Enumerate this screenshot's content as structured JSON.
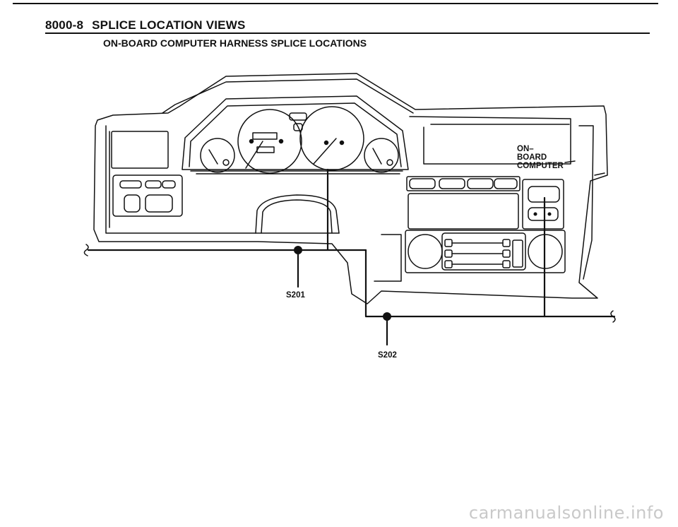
{
  "header": {
    "section_number": "8000-8",
    "title": "SPLICE LOCATION VIEWS",
    "subtitle": "ON-BOARD COMPUTER HARNESS SPLICE LOCATIONS"
  },
  "diagram": {
    "labels": {
      "s201": "S201",
      "s202": "S202",
      "obc_line1": "ON–",
      "obc_line2": "BOARD",
      "obc_line3": "COMPUTER"
    }
  },
  "watermark": "carmanualsonline.info"
}
